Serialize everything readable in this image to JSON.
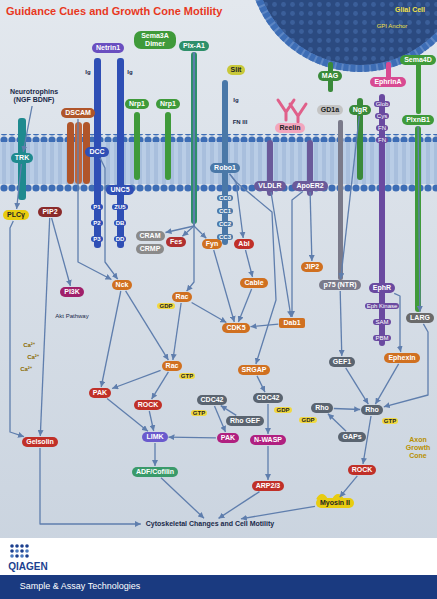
{
  "diagram": {
    "title": "Guidance Cues and Growth Cone Motility",
    "nodes": [
      {
        "text": [
          "Neurotrophins (NGF BDNF)"
        ]
      },
      {
        "text": [
          "TRK"
        ]
      },
      {
        "text": [
          "DSCAM"
        ]
      },
      {
        "text": [
          "Netrin1"
        ]
      },
      {
        "text": [
          "DCC"
        ]
      },
      {
        "text": [
          "UNC5"
        ]
      },
      {
        "text": [
          "Sema3A Dimer"
        ]
      },
      {
        "text": [
          "Plx-A1"
        ]
      },
      {
        "text": [
          "Nrp1"
        ]
      },
      {
        "text": [
          "Nrp1"
        ]
      },
      {
        "text": [
          "Slit"
        ]
      },
      {
        "text": [
          "Robo1"
        ]
      },
      {
        "text": [
          "Reelin"
        ]
      },
      {
        "text": [
          "VLDLR"
        ]
      },
      {
        "text": [
          "ApoER2"
        ]
      },
      {
        "text": [
          "MAG"
        ]
      },
      {
        "text": [
          "GD1a"
        ]
      },
      {
        "text": [
          "NgR"
        ]
      },
      {
        "text": [
          "p75 (NTR)"
        ]
      },
      {
        "text": [
          "EphrinA"
        ]
      },
      {
        "text": [
          "Sema4D"
        ]
      },
      {
        "text": [
          "PlxnB1"
        ]
      },
      {
        "text": [
          "EphR"
        ]
      },
      {
        "text": [
          "LARG"
        ]
      },
      {
        "text": [
          "PLCγ"
        ]
      },
      {
        "text": [
          "PIP2"
        ]
      },
      {
        "text": [
          "PI3K"
        ]
      },
      {
        "text": [
          "Nck"
        ]
      },
      {
        "text": [
          "CRAM"
        ]
      },
      {
        "text": [
          "CRMP"
        ]
      },
      {
        "text": [
          "Fes"
        ]
      },
      {
        "text": [
          "Fyn"
        ]
      },
      {
        "text": [
          "Abl"
        ]
      },
      {
        "text": [
          "Cable"
        ]
      },
      {
        "text": [
          "CDK5"
        ]
      },
      {
        "text": [
          "Dab1"
        ]
      },
      {
        "text": [
          "JIP2"
        ]
      },
      {
        "text": [
          "Rac"
        ]
      },
      {
        "text": [
          "Rac"
        ]
      },
      {
        "text": [
          "PAK"
        ]
      },
      {
        "text": [
          "ROCK"
        ]
      },
      {
        "text": [
          "Gelsolin"
        ]
      },
      {
        "text": [
          "LIMK"
        ]
      },
      {
        "text": [
          "ADF/Cofilin"
        ]
      },
      {
        "text": [
          "PAK"
        ]
      },
      {
        "text": [
          "N-WASP"
        ]
      },
      {
        "text": [
          "ARP2/3"
        ]
      },
      {
        "text": [
          "SRGAP"
        ]
      },
      {
        "text": [
          "CDC42"
        ]
      },
      {
        "text": [
          "CDC42"
        ]
      },
      {
        "text": [
          "Rho GEF"
        ]
      },
      {
        "text": [
          "GEF1"
        ]
      },
      {
        "text": [
          "Rho"
        ]
      },
      {
        "text": [
          "Rho"
        ]
      },
      {
        "text": [
          "GAPs"
        ]
      },
      {
        "text": [
          "Ephexin"
        ]
      },
      {
        "text": [
          "ROCK"
        ]
      },
      {
        "text": [
          "Myosin II"
        ]
      },
      {
        "text": [
          "Cytoskeletal Changes and Cell Motility"
        ]
      }
    ],
    "edges": [
      {
        "from": 0,
        "to": 1,
        "arrow": "to"
      },
      {
        "from": 1,
        "to": 24,
        "arrow": "to"
      },
      {
        "from": 24,
        "to": 41,
        "arrow": "to"
      },
      {
        "from": 25,
        "to": 26,
        "arrow": "to"
      },
      {
        "from": 25,
        "to": 41,
        "arrow": "to"
      },
      {
        "from": 4,
        "to": 27,
        "arrow": "to"
      },
      {
        "from": 2,
        "to": 27,
        "arrow": "to"
      },
      {
        "from": 27,
        "to": 39,
        "arrow": "to"
      },
      {
        "from": 27,
        "to": 38,
        "arrow": "to"
      },
      {
        "from": 7,
        "to": 28,
        "arrow": "to"
      },
      {
        "from": 7,
        "to": 30,
        "arrow": "to"
      },
      {
        "from": 7,
        "to": 31,
        "arrow": "to"
      },
      {
        "from": 7,
        "to": 37,
        "arrow": "to"
      },
      {
        "from": 31,
        "to": 34,
        "arrow": "to"
      },
      {
        "from": 11,
        "to": 32,
        "arrow": "to"
      },
      {
        "from": 11,
        "to": 47,
        "arrow": "to"
      },
      {
        "from": 32,
        "to": 33,
        "arrow": "to"
      },
      {
        "from": 33,
        "to": 34,
        "arrow": "to"
      },
      {
        "from": 13,
        "to": 35,
        "arrow": "to"
      },
      {
        "from": 14,
        "to": 35,
        "arrow": "to"
      },
      {
        "from": 14,
        "to": 36,
        "arrow": "to"
      },
      {
        "from": 35,
        "to": 34,
        "arrow": "to"
      },
      {
        "from": 37,
        "to": 34,
        "arrow": "to"
      },
      {
        "from": 37,
        "to": 38,
        "arrow": "to"
      },
      {
        "from": 38,
        "to": 39,
        "arrow": "to"
      },
      {
        "from": 38,
        "to": 40,
        "arrow": "to"
      },
      {
        "from": 39,
        "to": 42,
        "arrow": "to"
      },
      {
        "from": 40,
        "to": 42,
        "arrow": "to"
      },
      {
        "from": 42,
        "to": 43,
        "arrow": "to"
      },
      {
        "from": 43,
        "to": 58,
        "arrow": "to"
      },
      {
        "from": 41,
        "to": 58,
        "arrow": "to"
      },
      {
        "from": 47,
        "to": 49,
        "arrow": "to"
      },
      {
        "from": 50,
        "to": 48,
        "arrow": "to"
      },
      {
        "from": 48,
        "to": 44,
        "arrow": "to"
      },
      {
        "from": 44,
        "to": 42,
        "arrow": "to"
      },
      {
        "from": 49,
        "to": 45,
        "arrow": "to"
      },
      {
        "from": 45,
        "to": 46,
        "arrow": "to"
      },
      {
        "from": 46,
        "to": 58,
        "arrow": "to"
      },
      {
        "from": 17,
        "to": 18,
        "arrow": "to"
      },
      {
        "from": 18,
        "to": 51,
        "arrow": "to"
      },
      {
        "from": 51,
        "to": 53,
        "arrow": "to"
      },
      {
        "from": 52,
        "to": 53,
        "arrow": "to"
      },
      {
        "from": 54,
        "to": 52,
        "arrow": "to"
      },
      {
        "from": 22,
        "to": 55,
        "arrow": "to"
      },
      {
        "from": 21,
        "to": 23,
        "arrow": "to"
      },
      {
        "from": 23,
        "to": 53,
        "arrow": "to"
      },
      {
        "from": 55,
        "to": 53,
        "arrow": "to"
      },
      {
        "from": 53,
        "to": 56,
        "arrow": "to"
      },
      {
        "from": 56,
        "to": 57,
        "arrow": "to"
      },
      {
        "from": 57,
        "to": 58,
        "arrow": "to"
      }
    ],
    "labels": [
      "Glial Cell",
      "GPI Anchor",
      "Ig",
      "Ig",
      "Ig",
      "FN III",
      "P1",
      "P2",
      "P3",
      "ZU5",
      "DB",
      "DD",
      "CC0",
      "CC1",
      "CC2",
      "CC3",
      "Glob",
      "Cys",
      "FN",
      "FN",
      "Eph Kinase",
      "SAM",
      "PBM",
      "Akt Pathway",
      "Ca²⁺",
      "Ca²⁺",
      "Ca²⁺",
      "GDP",
      "GTP",
      "GTP",
      "GDP",
      "GDP",
      "GTP",
      "Axon Growth Cone",
      "QIAGEN",
      "Sample & Assay Technologies"
    ]
  }
}
